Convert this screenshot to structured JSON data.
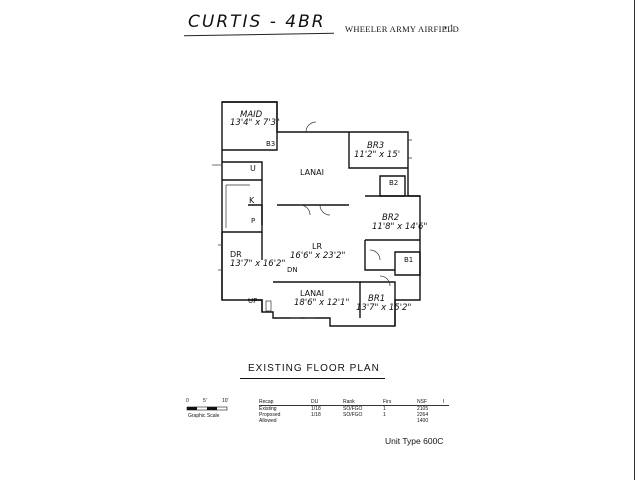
{
  "header": {
    "handwritten_title": "CURTIS - 4BR",
    "project": "WHEELER ARMY AIRFIELD",
    "page_mark": "• 1"
  },
  "rooms": {
    "maid": {
      "name": "MAID",
      "dims": "13'4\" x 7'3\""
    },
    "lanai_top": {
      "name": "LANAI"
    },
    "br3": {
      "name": "BR3",
      "dims": "11'2\" x 15'"
    },
    "b3": {
      "name": "B3"
    },
    "u": {
      "name": "U"
    },
    "k": {
      "name": "K"
    },
    "p": {
      "name": "P"
    },
    "b2": {
      "name": "B2"
    },
    "br2": {
      "name": "BR2",
      "dims": "11'8\" x 14'6\""
    },
    "b1": {
      "name": "B1"
    },
    "dr": {
      "name": "DR",
      "dims": "13'7\" x 16'2\""
    },
    "lr": {
      "name": "LR",
      "dims": "16'6\" x 23'2\""
    },
    "dn": {
      "name": "DN"
    },
    "up": {
      "name": "UP"
    },
    "lanai_bottom": {
      "name": "LANAI",
      "dims": "18'6\" x 12'1\""
    },
    "br1": {
      "name": "BR1",
      "dims": "13'7\" x 15'2\""
    }
  },
  "caption": "EXISTING FLOOR PLAN",
  "scale": {
    "ticks": [
      "0",
      "5'",
      "10'"
    ],
    "label": "Graphic Scale"
  },
  "area_table": {
    "headers": [
      "Recap",
      "DU",
      "Rank",
      "Firs",
      "NSF",
      "I"
    ],
    "rows": [
      [
        "Existing",
        "1/18",
        "SO/FGO",
        "1",
        "2105"
      ],
      [
        "Proposed",
        "1/18",
        "SO/FGO",
        "1",
        "2264"
      ],
      [
        "Allowed",
        "",
        "",
        "",
        "1400"
      ]
    ]
  },
  "unit_type": "Unit Type 600C"
}
